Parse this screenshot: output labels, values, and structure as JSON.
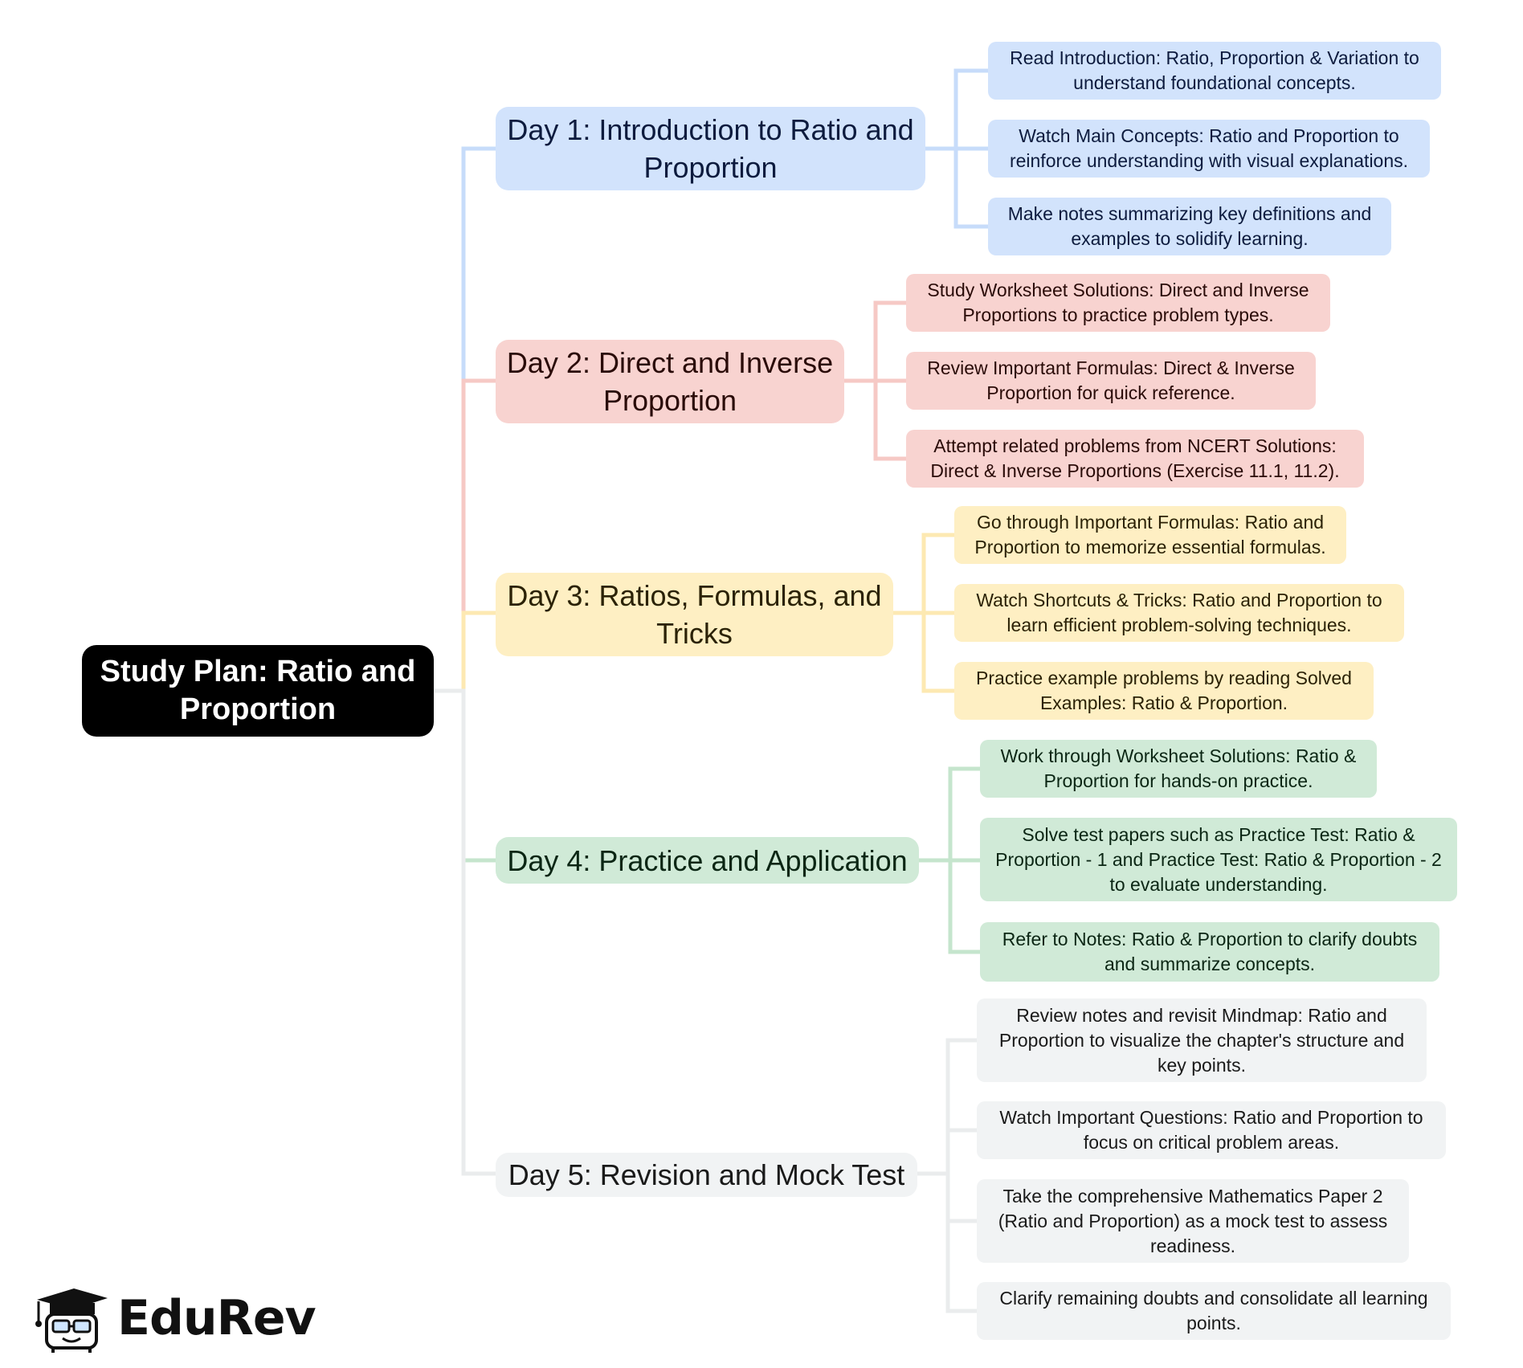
{
  "root": {
    "label": "Study Plan: Ratio and Proportion"
  },
  "colors": {
    "root_bg": "#000000",
    "day1_fill": "#d2e3fc",
    "day1_line": "#c7dcfa",
    "day1_text": "#0d1b3e",
    "day2_fill": "#f8d3d0",
    "day2_line": "#f6c9c5",
    "day2_text": "#2a0b08",
    "day3_fill": "#feefc3",
    "day3_line": "#fde9b2",
    "day3_text": "#2b2206",
    "day4_fill": "#d0ead7",
    "day4_line": "#c5e5cd",
    "day4_text": "#0b2614",
    "day5_fill": "#f1f3f4",
    "day5_line": "#eaeced",
    "day5_text": "#1a1a1a"
  },
  "days": [
    {
      "label": "Day 1: Introduction to Ratio and Proportion",
      "tasks": [
        "Read Introduction: Ratio, Proportion & Variation to understand foundational concepts.",
        "Watch Main Concepts: Ratio and Proportion to reinforce understanding with visual explanations.",
        "Make notes summarizing key definitions and examples to solidify learning."
      ]
    },
    {
      "label": "Day 2: Direct and Inverse Proportion",
      "tasks": [
        "Study Worksheet Solutions: Direct and Inverse Proportions to practice problem types.",
        "Review Important Formulas: Direct & Inverse Proportion for quick reference.",
        "Attempt related problems from NCERT Solutions: Direct & Inverse Proportions (Exercise 11.1, 11.2)."
      ]
    },
    {
      "label": "Day 3: Ratios, Formulas, and Tricks",
      "tasks": [
        "Go through Important Formulas: Ratio and Proportion to memorize essential formulas.",
        "Watch Shortcuts & Tricks: Ratio and Proportion to learn efficient problem-solving techniques.",
        "Practice example problems by reading Solved Examples: Ratio & Proportion."
      ]
    },
    {
      "label": "Day 4: Practice and Application",
      "tasks": [
        "Work through Worksheet Solutions: Ratio & Proportion for hands-on practice.",
        "Solve test papers such as Practice Test: Ratio & Proportion - 1 and Practice Test: Ratio & Proportion - 2 to evaluate understanding.",
        "Refer to Notes: Ratio & Proportion to clarify doubts and summarize concepts."
      ]
    },
    {
      "label": "Day 5: Revision and Mock Test",
      "tasks": [
        "Review notes and revisit Mindmap: Ratio and Proportion to visualize the chapter's structure and key points.",
        "Watch Important Questions: Ratio and Proportion to focus on critical problem areas.",
        "Take the comprehensive Mathematics Paper 2 (Ratio and Proportion) as a mock test to assess readiness.",
        "Clarify remaining doubts and consolidate all learning points."
      ]
    }
  ],
  "logo": {
    "text": "EduRev",
    "icon": "graduation-cap-mascot-icon"
  }
}
